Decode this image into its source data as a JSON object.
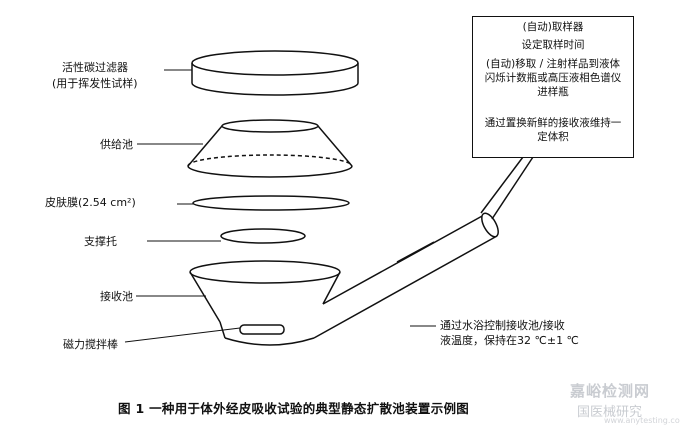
{
  "labels": {
    "carbon_filter_line1": "活性碳过滤器",
    "carbon_filter_line2": "(用于挥发性试样)",
    "donor_chamber": "供给池",
    "skin_membrane": "皮肤膜(2.54 cm²)",
    "support": "支撑托",
    "receptor_chamber": "接收池",
    "stir_bar": "磁力搅拌棒"
  },
  "sampler_box": {
    "line1": "(自动)取样器",
    "line2": "设定取样时间",
    "line3": "(自动)移取 / 注射样品到液体",
    "line4": "闪烁计数瓶或高压液相色谱仪",
    "line5": "进样瓶",
    "line6": "通过置换新鲜的接收液维持一",
    "line7": "定体积"
  },
  "temperature_note": {
    "line1": "通过水浴控制接收池/接收",
    "line2": "液温度，保持在32 ℃±1 ℃"
  },
  "caption": "图 1   一种用于体外经皮吸收试验的典型静态扩散池装置示例图",
  "watermark": {
    "main": "嘉峪检测网",
    "sub": "国医械研究",
    "url": "www.anytesting.com"
  }
}
